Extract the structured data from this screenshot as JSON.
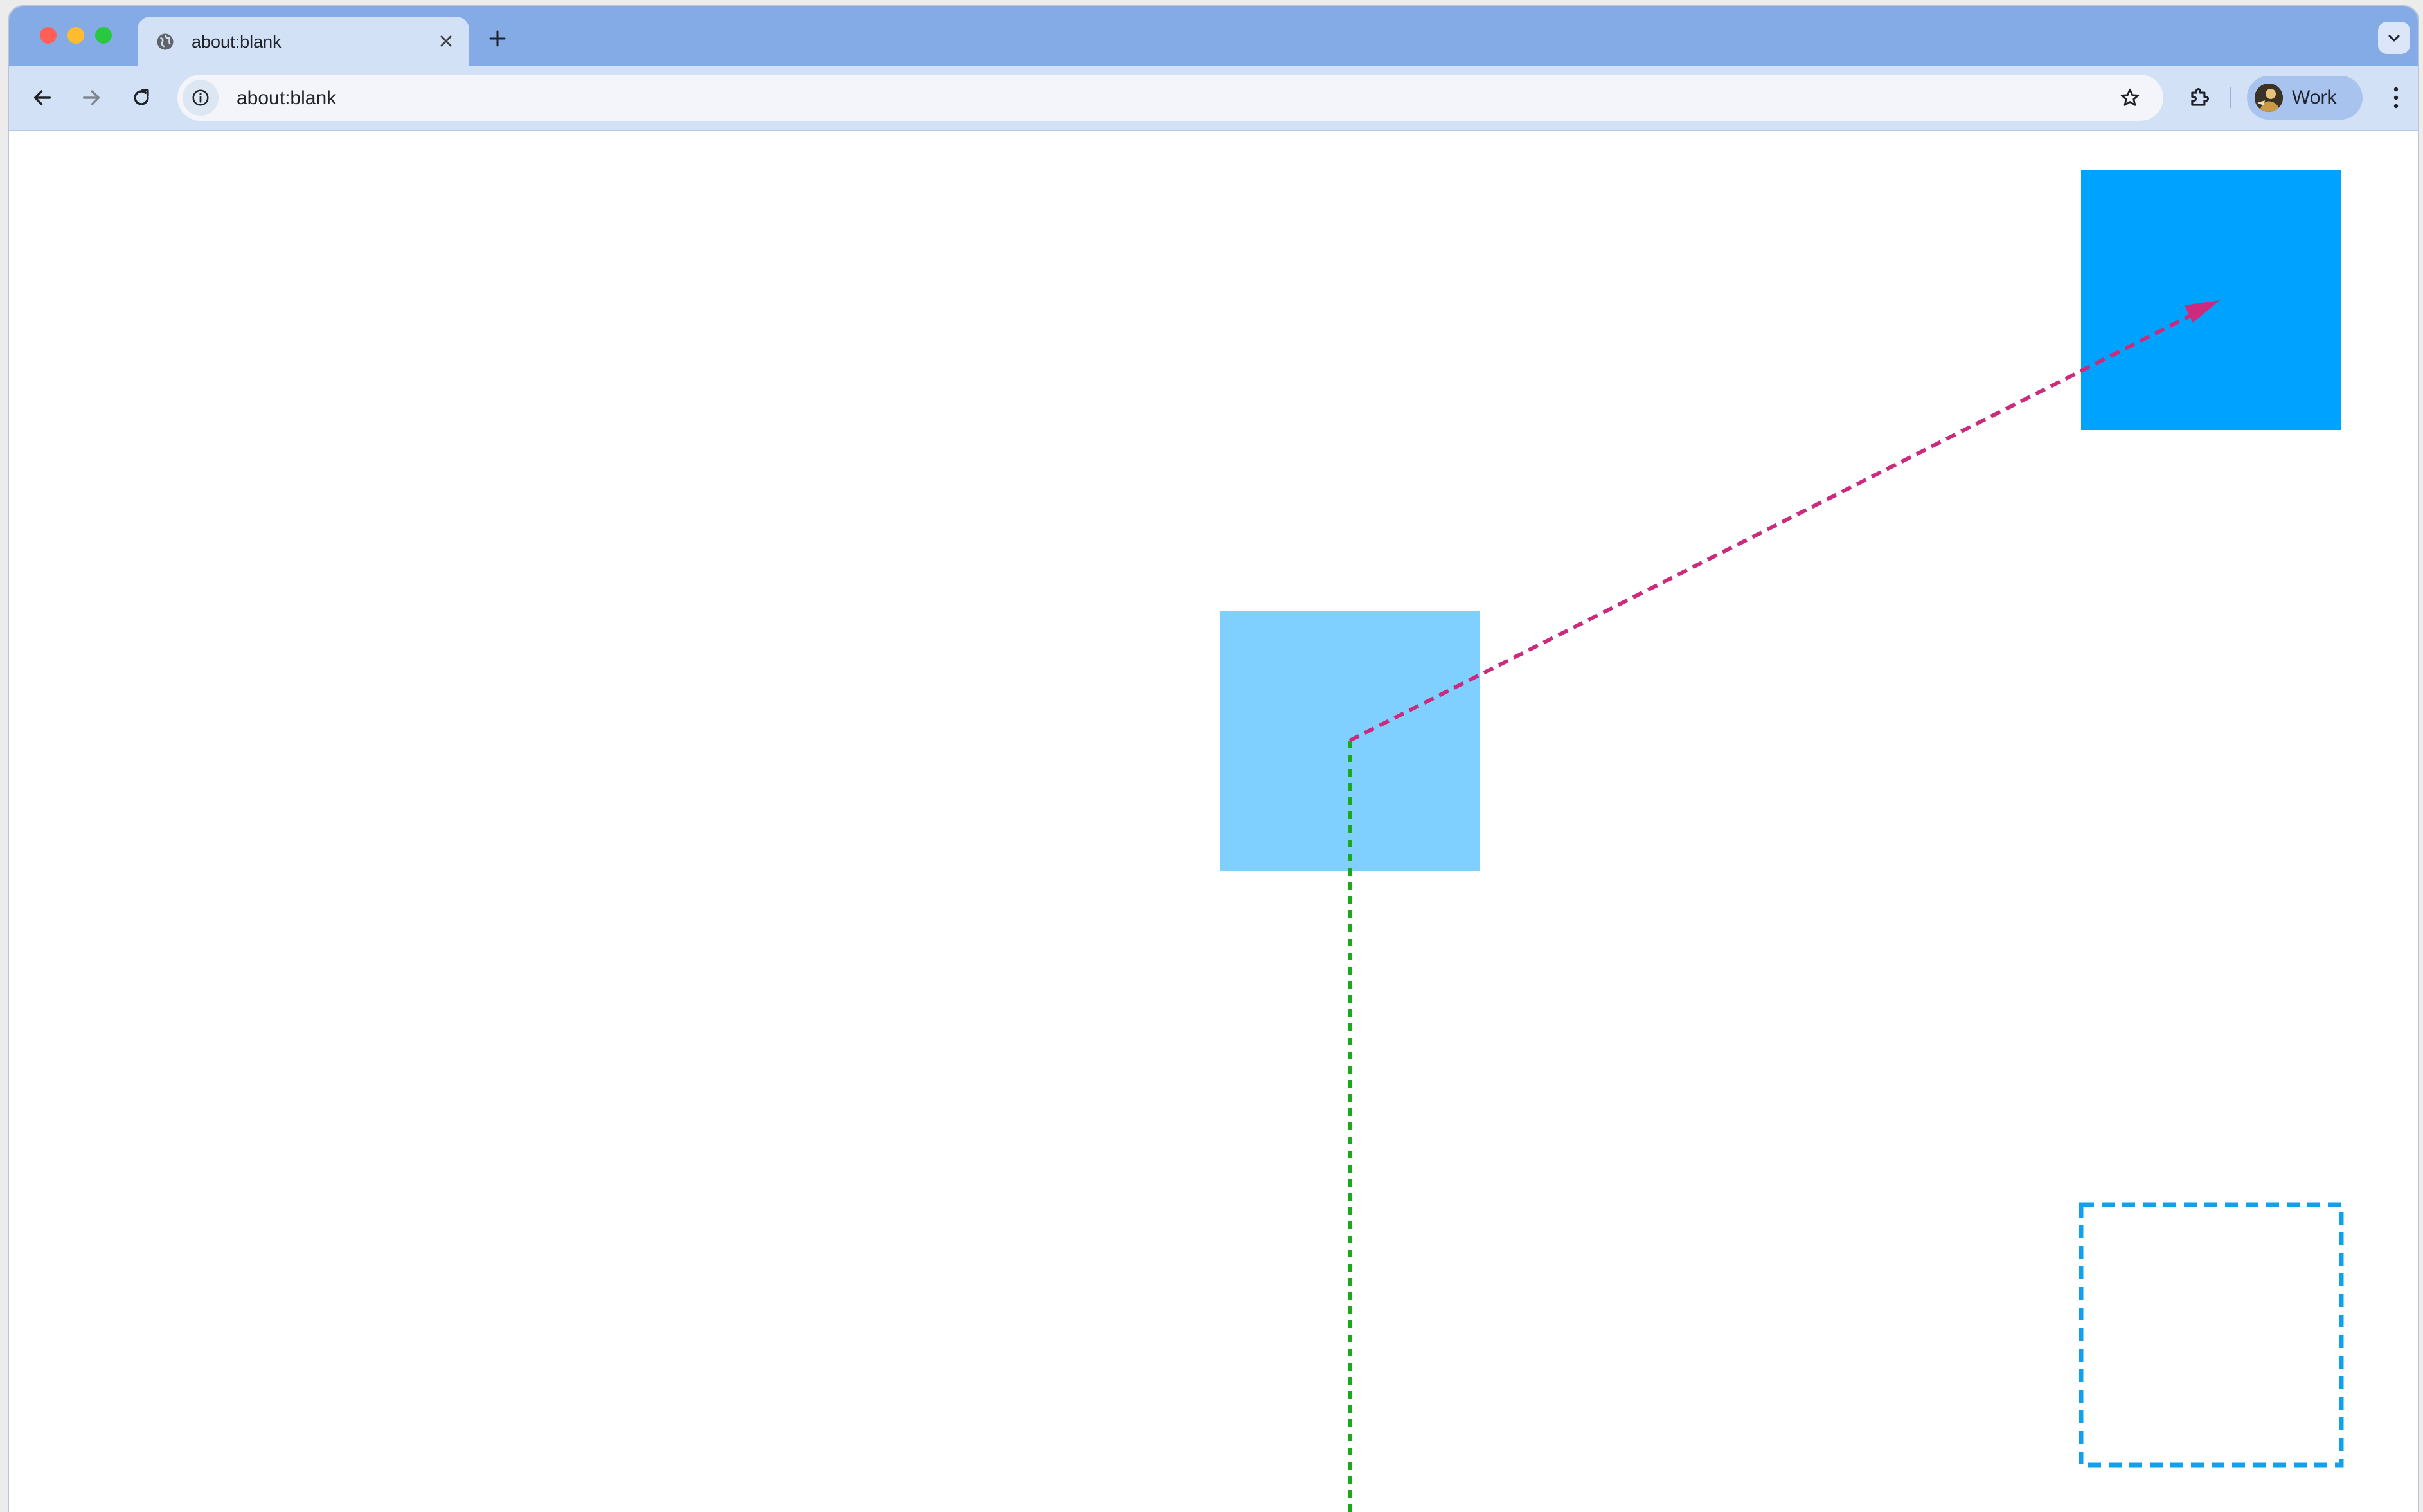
{
  "tab": {
    "title": "about:blank",
    "favicon": "globe-icon"
  },
  "toolbar": {
    "url": "about:blank",
    "profile_label": "Work"
  },
  "icons": {
    "back": "arrow-left-icon",
    "forward": "arrow-right-icon",
    "reload": "reload-icon",
    "site_info": "info-icon",
    "bookmark": "star-icon",
    "extensions": "puzzle-icon",
    "menu": "kebab-menu-icon",
    "new_tab": "plus-icon",
    "tab_search": "chevron-down-icon"
  },
  "colors": {
    "tabstrip": "#85abe6",
    "toolbar": "#d3e1f7",
    "square_dark": "#00a2ff",
    "square_light": "#80d0ff",
    "arrow": "#cc2a7c",
    "vertical_line": "#1ca81c",
    "dashed_outline": "#0fa0ee"
  }
}
